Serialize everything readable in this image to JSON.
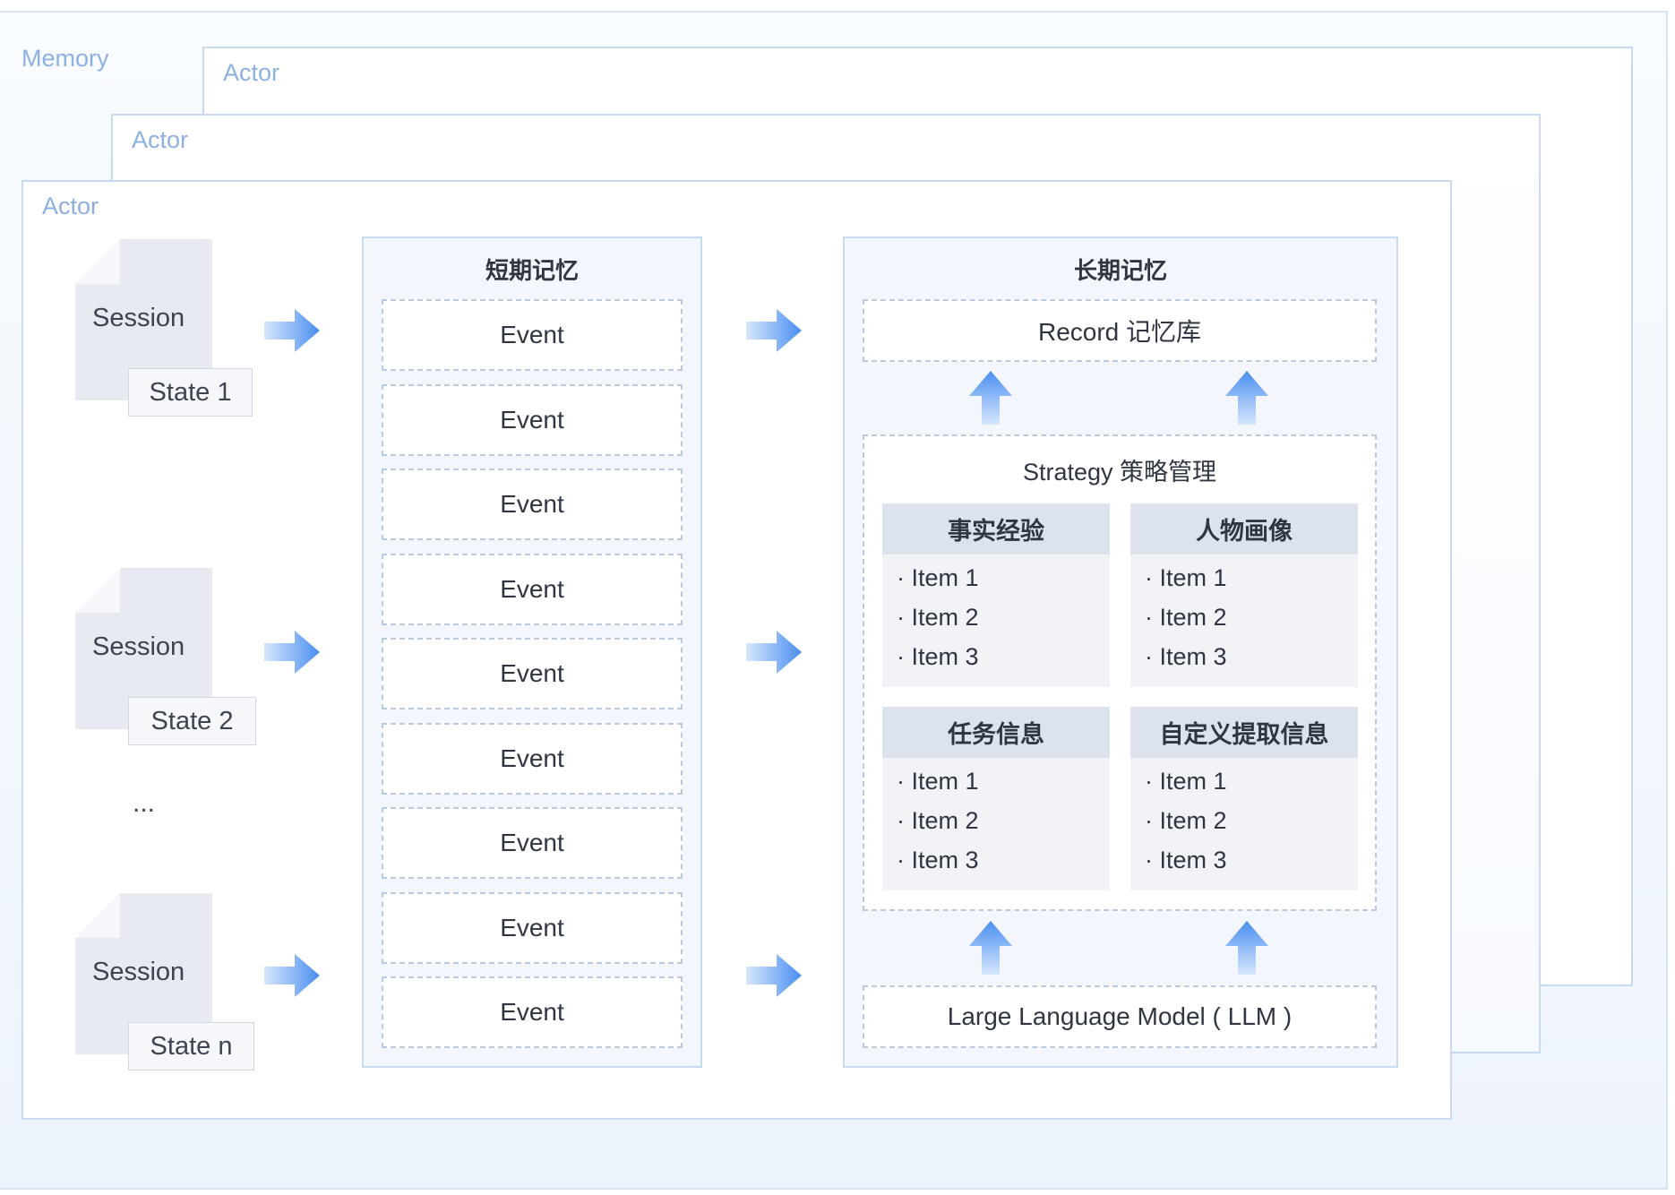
{
  "frames": {
    "memory_label": "Memory",
    "actor_label": "Actor"
  },
  "sessions": [
    {
      "session_label": "Session",
      "state_label": "State 1"
    },
    {
      "session_label": "Session",
      "state_label": "State 2"
    },
    {
      "session_label": "Session",
      "state_label": "State n"
    }
  ],
  "ellipsis": "...",
  "short_term": {
    "title": "短期记忆",
    "events": [
      "Event",
      "Event",
      "Event",
      "Event",
      "Event",
      "Event",
      "Event",
      "Event",
      "Event"
    ]
  },
  "long_term": {
    "title": "长期记忆",
    "record": "Record 记忆库",
    "strategy_title": "Strategy 策略管理",
    "cards": [
      {
        "title": "事实经验",
        "items": [
          "· Item 1",
          "· Item 2",
          "· Item 3"
        ]
      },
      {
        "title": "人物画像",
        "items": [
          "· Item 1",
          "· Item 2",
          "· Item 3"
        ]
      },
      {
        "title": "任务信息",
        "items": [
          "· Item 1",
          "· Item 2",
          "· Item 3"
        ]
      },
      {
        "title": "自定义提取信息",
        "items": [
          "· Item 1",
          "· Item 2",
          "· Item 3"
        ]
      }
    ],
    "llm": "Large Language Model ( LLM )"
  },
  "colors": {
    "arrow_light": "#c9defb",
    "arrow_dark": "#4a8ef0",
    "border": "#c8daf1",
    "label": "#8db0e2"
  }
}
